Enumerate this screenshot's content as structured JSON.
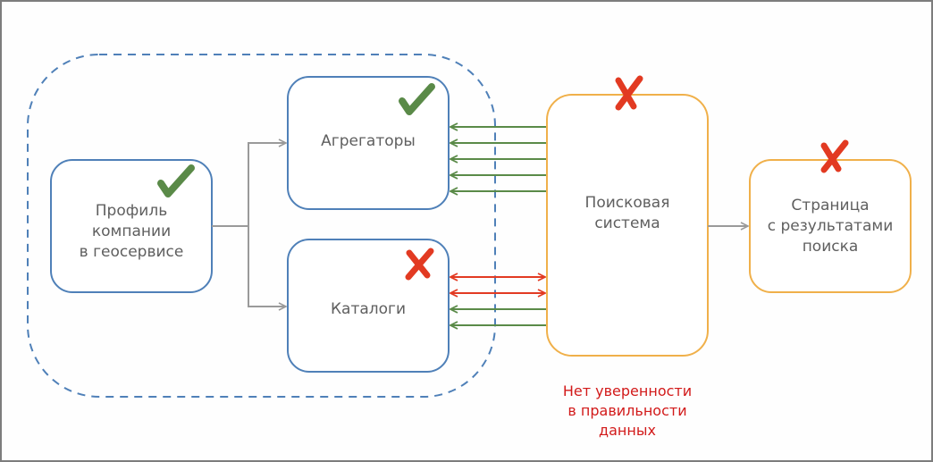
{
  "nodes": {
    "profile": {
      "label": "Профиль\nкомпании\nв геосервисе",
      "status": "ok"
    },
    "aggregators": {
      "label": "Агрегаторы",
      "status": "ok"
    },
    "catalogs": {
      "label": "Каталоги",
      "status": "error"
    },
    "search_engine": {
      "label": "Поисковая\nсистема",
      "status": "error"
    },
    "results_page": {
      "label": "Страница\nс результатами\nпоиска",
      "status": "error"
    }
  },
  "warning_text": "Нет уверенности\nв правильности\nданных",
  "colors": {
    "blue": "#4f80b8",
    "orange": "#f0b04a",
    "green": "#5a8a48",
    "red": "#e23a22",
    "gray": "#9a9a9a",
    "warning": "#d21a1a"
  }
}
